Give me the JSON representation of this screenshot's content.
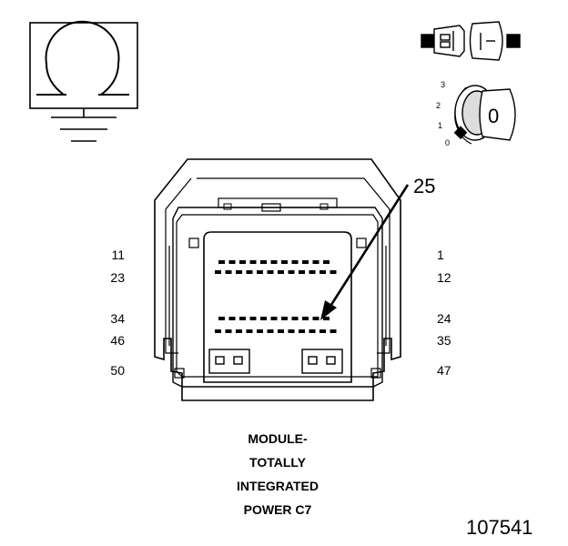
{
  "pins_left": [
    "11",
    "23",
    "34",
    "46",
    "50"
  ],
  "pins_right": [
    "1",
    "12",
    "24",
    "35",
    "47"
  ],
  "callout": "25",
  "ignition_scale": [
    "3",
    "2",
    "1",
    "0"
  ],
  "ignition_key_label": "0",
  "caption": [
    "MODULE-",
    "TOTALLY",
    "INTEGRATED",
    "POWER C7"
  ],
  "figure_number": "107541",
  "icons": [
    "ohm-resistance-icon",
    "ground-icon",
    "unplugged-connector-icon",
    "ignition-key-off-icon"
  ],
  "colors": {
    "ink": "#000000",
    "background": "#ffffff",
    "fill_gray": "#dddddd"
  }
}
